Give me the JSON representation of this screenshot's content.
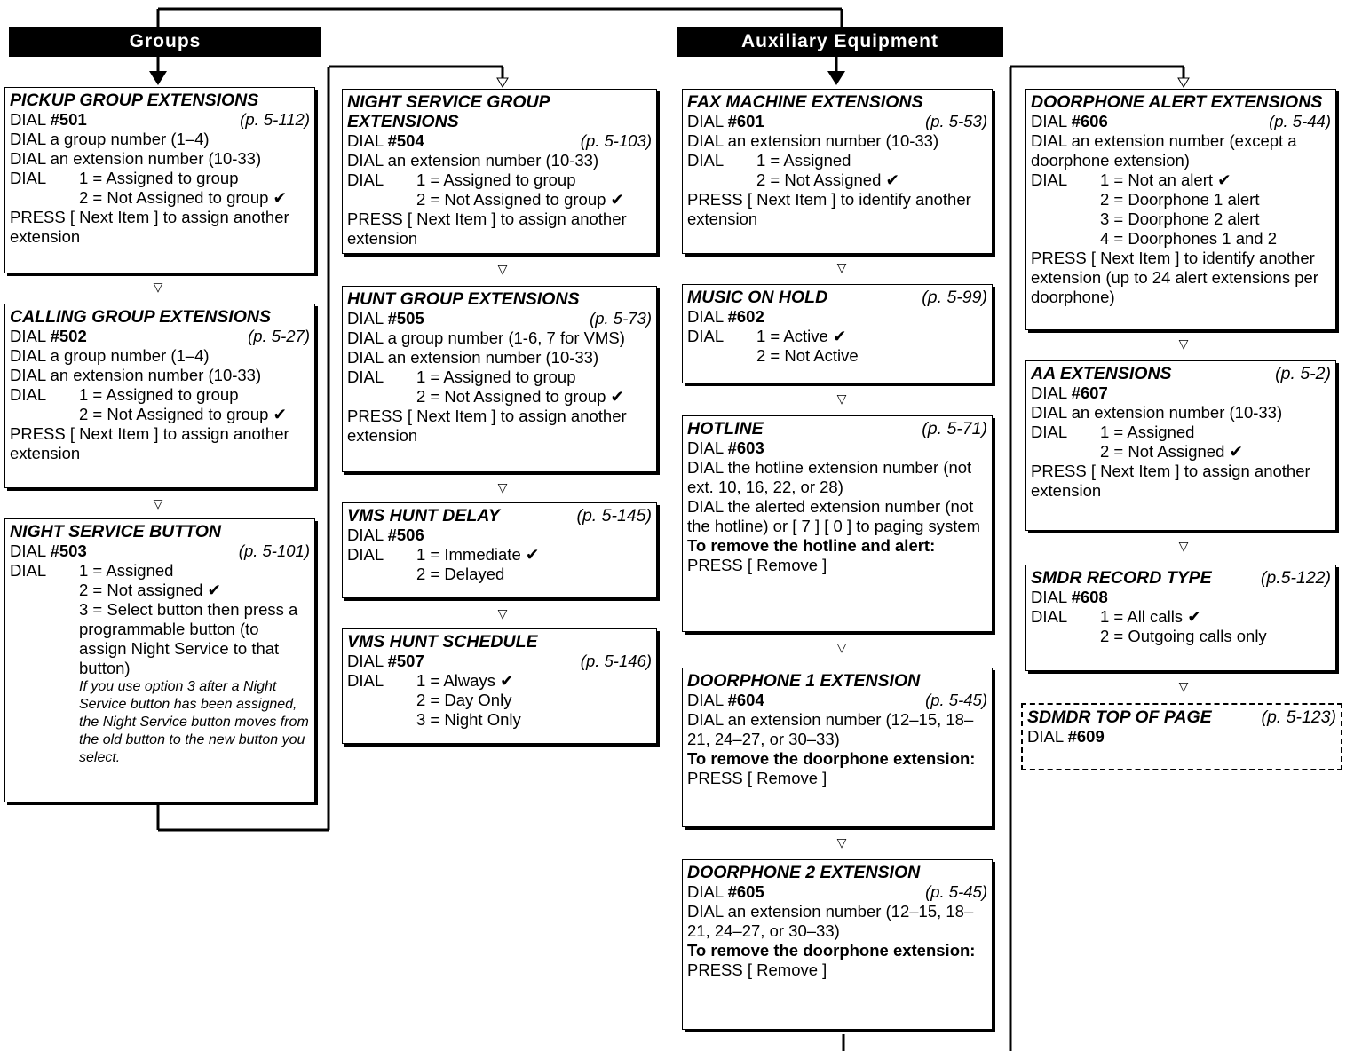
{
  "headers": {
    "groups": "Groups",
    "aux": "Auxiliary  Equipment"
  },
  "labels": {
    "dial": "DIAL",
    "press": "PRESS",
    "next_item": "Next Item",
    "remove": "Remove",
    "to_remove_hotline": "To remove the hotline and alert:",
    "to_remove_doorphone": "To remove the doorphone extension:"
  },
  "boxes": {
    "pickup": {
      "title": "PICKUP GROUP EXTENSIONS",
      "code": "#501",
      "page": "(p. 5-112)",
      "l1": "DIAL a group number (1–4)",
      "l2": "DIAL an extension number (10-33)",
      "o1": "1 = Assigned to group",
      "o2": "2 = Not Assigned to group ✔",
      "press": "PRESS [ Next Item ] to assign another extension"
    },
    "calling": {
      "title": "CALLING GROUP EXTENSIONS",
      "code": "#502",
      "page": "(p. 5-27)",
      "l1": "DIAL a group number (1–4)",
      "l2": "DIAL an extension number (10-33)",
      "o1": "1 = Assigned to group",
      "o2": "2 = Not Assigned to group ✔",
      "press": "PRESS [ Next Item ] to assign another extension"
    },
    "nightbtn": {
      "title": "NIGHT SERVICE BUTTON",
      "code": "#503",
      "page": "(p. 5-101)",
      "o1": "1 = Assigned",
      "o2": "2 = Not assigned ✔",
      "o3": "3 = Select button then press a programmable button (to assign Night Service to that button)",
      "note": "If you use option 3 after a Night Service button has been assigned, the Night Service button moves from the old button to the new button you select."
    },
    "nightgrp": {
      "title": "NIGHT SERVICE GROUP EXTENSIONS",
      "code": "#504",
      "page": "(p. 5-103)",
      "l1": "DIAL an extension number (10-33)",
      "o1": "1 = Assigned to group",
      "o2": "2 = Not Assigned to group ✔",
      "press": "PRESS [ Next Item ] to assign another extension"
    },
    "hunt": {
      "title": "HUNT GROUP EXTENSIONS",
      "code": "#505",
      "page": "(p. 5-73)",
      "l1": "DIAL a group number (1-6, 7 for VMS)",
      "l2": "DIAL an extension number (10-33)",
      "o1": "1 = Assigned to group",
      "o2": "2 = Not Assigned to group ✔",
      "press": "PRESS [ Next Item ] to assign another extension"
    },
    "vmsdelay": {
      "title": "VMS HUNT DELAY",
      "code": "#506",
      "page": "(p. 5-145)",
      "o1": "1 = Immediate ✔",
      "o2": "2 = Delayed"
    },
    "vmssched": {
      "title": "VMS HUNT SCHEDULE",
      "code": "#507",
      "page": "(p. 5-146)",
      "o1": "1 = Always ✔",
      "o2": "2 = Day Only",
      "o3": "3 = Night Only"
    },
    "fax": {
      "title": "FAX MACHINE EXTENSIONS",
      "code": "#601",
      "page": "(p. 5-53)",
      "l1": "DIAL an extension number (10-33)",
      "o1": "1 = Assigned",
      "o2": "2 = Not Assigned ✔",
      "press": "PRESS [ Next Item ] to identify another extension"
    },
    "music": {
      "title": "MUSIC ON HOLD",
      "code": "#602",
      "page": "(p. 5-99)",
      "o1": "1 = Active ✔",
      "o2": "2 = Not Active"
    },
    "hotline": {
      "title": "HOTLINE",
      "code": "#603",
      "page": "(p. 5-71)",
      "l1": "DIAL the hotline extension number (not ext. 10, 16, 22, or 28)",
      "l2": "DIAL the alerted extension number (not the hotline) or [ 7 ] [ 0 ] to paging system",
      "press": "PRESS [ Remove ]"
    },
    "door1": {
      "title": "DOORPHONE 1 EXTENSION",
      "code": "#604",
      "page": "(p. 5-45)",
      "l1": "DIAL an extension number (12–15, 18–21, 24–27, or 30–33)",
      "press": "PRESS [ Remove ]"
    },
    "door2": {
      "title": "DOORPHONE 2 EXTENSION",
      "code": "#605",
      "page": "(p. 5-45)",
      "l1": "DIAL an extension number (12–15, 18–21, 24–27, or 30–33)",
      "press": "PRESS [ Remove ]"
    },
    "dooralert": {
      "title": "DOORPHONE ALERT EXTENSIONS",
      "code": "#606",
      "page": "(p. 5-44)",
      "l1": "DIAL an extension number (except a doorphone extension)",
      "o1": "1 = Not an alert ✔",
      "o2": "2 = Doorphone 1 alert",
      "o3": "3 = Doorphone 2 alert",
      "o4": "4 = Doorphones 1 and 2",
      "press": "PRESS [ Next Item ] to identify another extension (up to 24 alert extensions per doorphone)"
    },
    "aa": {
      "title": "AA EXTENSIONS",
      "code": "#607",
      "page": "(p. 5-2)",
      "l1": "DIAL an extension number (10-33)",
      "o1": "1 = Assigned",
      "o2": "2 = Not Assigned ✔",
      "press": "PRESS [ Next Item ] to assign another extension"
    },
    "smdr": {
      "title": "SMDR RECORD TYPE",
      "code": "#608",
      "page": "(p.5-122)",
      "o1": "1 = All calls ✔",
      "o2": "2 = Outgoing calls only"
    },
    "sdmdr": {
      "title": "SDMDR TOP OF PAGE",
      "code": "#609",
      "page": "(p. 5-123)"
    }
  }
}
